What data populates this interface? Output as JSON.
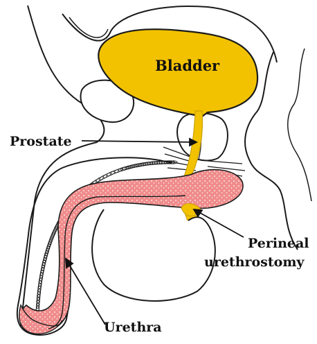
{
  "labels": {
    "bladder": "Bladder",
    "prostate": "Prostate",
    "perineal_line1": "Perineal",
    "perineal_line2": "urethrostomy",
    "urethra": "Urethra"
  },
  "colors": {
    "urine": "#f2c200",
    "urine_edge": "#caa000",
    "tissue": "#f08c8c",
    "tissue_dots": "#ffffff",
    "outline": "#1a1a1a"
  }
}
